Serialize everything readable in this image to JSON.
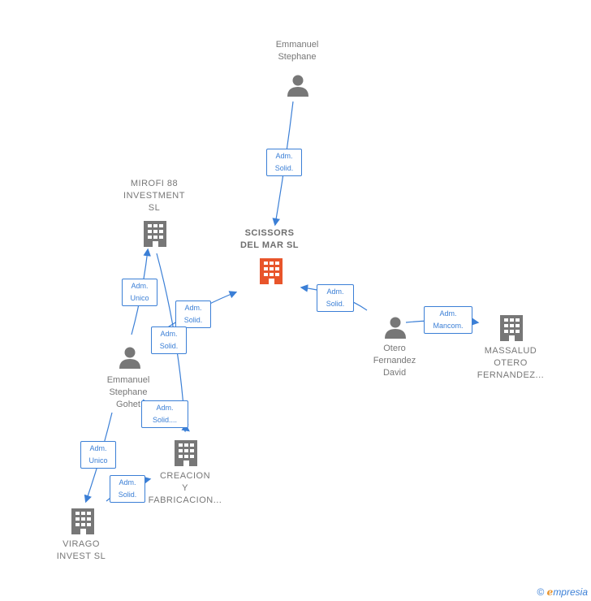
{
  "nodes": {
    "emmanuel_top": {
      "label": "Emmanuel\nStephane"
    },
    "scissors": {
      "label": "SCISSORS\nDEL MAR  SL",
      "color": "#e8552b"
    },
    "mirofi": {
      "label": "MIROFI 88\nINVESTMENT\nSL"
    },
    "emmanuel_mid": {
      "label": "Emmanuel\nStephane\nGohet"
    },
    "otero": {
      "label": "Otero\nFernandez\nDavid"
    },
    "massalud": {
      "label": "MASSALUD\nOTERO\nFERNANDEZ..."
    },
    "creacion": {
      "label": "CREACION\nY\nFABRICACION..."
    },
    "virago": {
      "label": "VIRAGO\nINVEST  SL"
    }
  },
  "edges": {
    "e1": {
      "l1": "Adm.",
      "l2": "Solid."
    },
    "e2": {
      "l1": "Adm.",
      "l2": "Unico"
    },
    "e3": {
      "l1": "Adm.",
      "l2": "Solid."
    },
    "e4": {
      "l1": "Adm.",
      "l2": "Solid."
    },
    "e5": {
      "l1": "Adm.",
      "l2": "Solid."
    },
    "e6": {
      "l1": "Adm.",
      "l2": "Mancom."
    },
    "e7": {
      "l1": "Adm.",
      "l2": "Solid...."
    },
    "e8": {
      "l1": "Adm.",
      "l2": "Unico"
    },
    "e9": {
      "l1": "Adm.",
      "l2": "Solid."
    }
  },
  "footer": {
    "copyright": "©",
    "e": "e",
    "brand": "mpresia"
  },
  "colors": {
    "edge": "#3b7fd6",
    "node_gray": "#777777",
    "main_company": "#e8552b"
  }
}
